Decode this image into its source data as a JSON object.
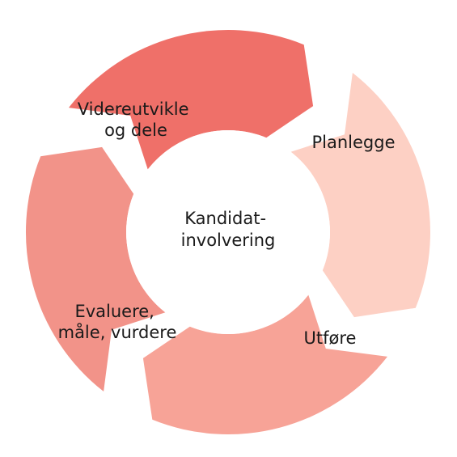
{
  "center": {
    "lines": [
      "Kandidat-",
      "involvering"
    ],
    "color": "#ffffff"
  },
  "segments": [
    {
      "id": "planlegge",
      "lines": [
        "Planlegge"
      ],
      "color": "#fdd0c4"
    },
    {
      "id": "utfore",
      "lines": [
        "Utføre"
      ],
      "color": "#f7a397"
    },
    {
      "id": "evaluere",
      "lines": [
        "Evaluere,",
        "måle, vurdere"
      ],
      "color": "#f29389"
    },
    {
      "id": "videreutvikle",
      "lines": [
        "Videreutvikle",
        "og dele"
      ],
      "color": "#ef7069"
    }
  ]
}
